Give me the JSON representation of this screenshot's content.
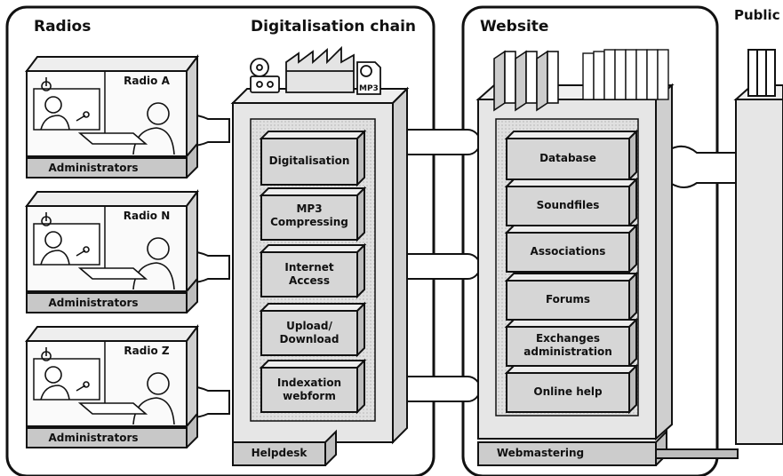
{
  "sections": {
    "radios": "Radios",
    "chain": "Digitalisation chain",
    "website": "Website",
    "public": "Public"
  },
  "radios": [
    {
      "name": "Radio A",
      "admin": "Administrators"
    },
    {
      "name": "Radio N",
      "admin": "Administrators"
    },
    {
      "name": "Radio Z",
      "admin": "Administrators"
    }
  ],
  "chain_modules": [
    "Digitalisation",
    "MP3 Compressing",
    "Internet Access",
    "Upload/ Download",
    "Indexation webform"
  ],
  "chain_base": "Helpdesk",
  "website_modules": [
    "Database",
    "Soundfiles",
    "Associations",
    "Forums",
    "Exchanges administration",
    "Online help"
  ],
  "website_base": "Webmastering",
  "chain_icons": [
    "cd-icon",
    "cassette-icon",
    "factory-icon",
    "mp3-file-icon"
  ],
  "colors": {
    "outline": "#111111",
    "panel": "#f4f4f4",
    "module": "#d6d6d6",
    "frame": "#e6e6e6",
    "bar": "#c4c4c4"
  }
}
